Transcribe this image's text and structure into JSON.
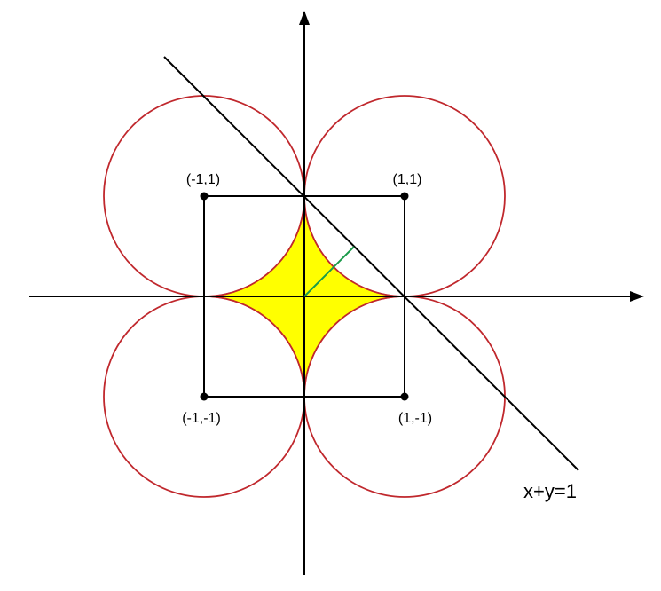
{
  "diagram": {
    "points": [
      {
        "label": "(-1,1)",
        "x": -1,
        "y": 1
      },
      {
        "label": "(1,1)",
        "x": 1,
        "y": 1
      },
      {
        "label": "(-1,-1)",
        "x": -1,
        "y": -1
      },
      {
        "label": "(1,-1)",
        "x": 1,
        "y": -1
      }
    ],
    "circle_radius": 1,
    "line_label": "x+y=1",
    "colors": {
      "circle": "#c0282d",
      "fill": "#ffff00",
      "segment": "#1a9a4a",
      "line": "#000000",
      "axis": "#000000"
    }
  }
}
